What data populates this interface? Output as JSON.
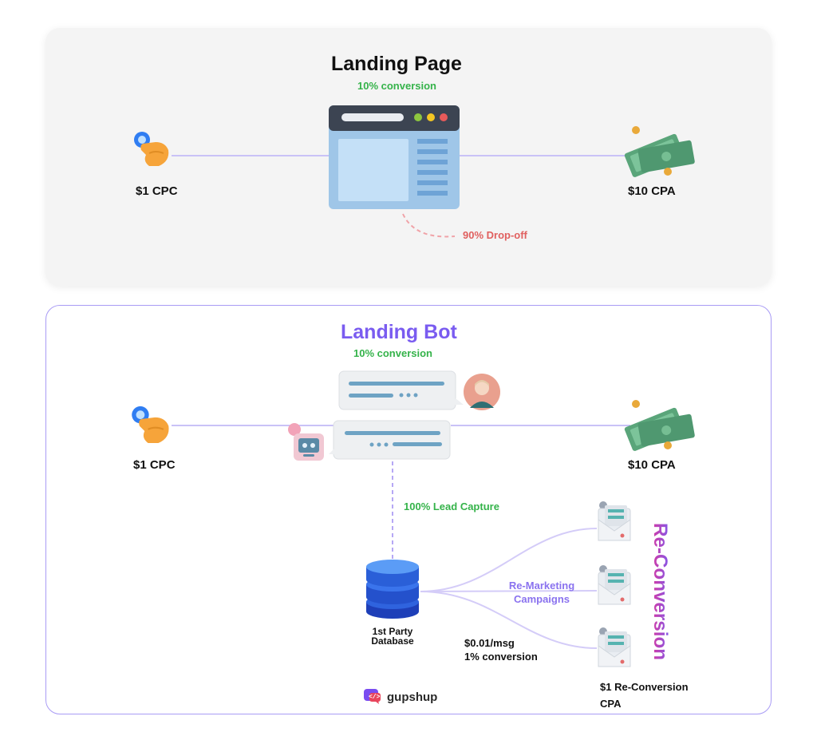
{
  "top_panel": {
    "title": "Landing Page",
    "conversion": "10% conversion",
    "cpc": "$1 CPC",
    "cpa": "$10 CPA",
    "dropoff": "90% Drop-off"
  },
  "bottom_panel": {
    "title": "Landing Bot",
    "conversion": "10% conversion",
    "cpc": "$1 CPC",
    "cpa": "$10 CPA",
    "lead_capture": "100% Lead Capture",
    "database_line1": "1st Party",
    "database_line2": "Database",
    "remarketing_line1": "Re-Marketing",
    "remarketing_line2": "Campaigns",
    "cost_per_msg": "$0.01/msg",
    "msg_conversion": "1% conversion",
    "reconversion_vertical": "Re-Conversion",
    "reconversion_cpa_line1": "$1 Re-Conversion",
    "reconversion_cpa_line2": "CPA"
  },
  "brand": {
    "name": "gupshup"
  },
  "colors": {
    "flow_line": "#c9c2f7",
    "conversion_green": "#35b34a",
    "dropoff_red": "#e0605f",
    "bot_purple": "#7a5cf0",
    "lead_green": "#35b34a"
  },
  "icons": [
    "click-hand-icon",
    "browser-window-icon",
    "money-bills-icon",
    "chat-bubble-icon",
    "user-avatar-icon",
    "robot-icon",
    "database-icon",
    "envelope-icon",
    "gupshup-logo-icon"
  ]
}
